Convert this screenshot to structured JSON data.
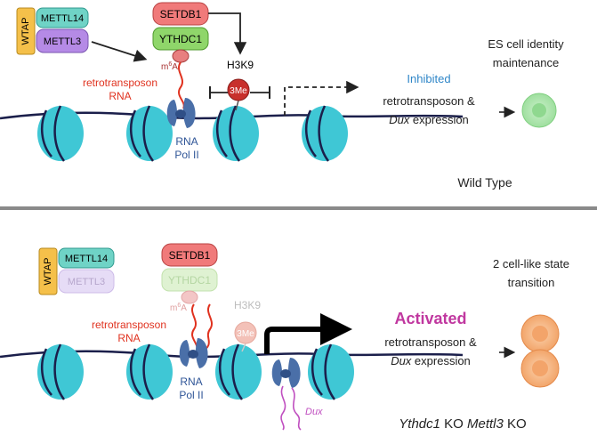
{
  "wild_type": {
    "wtap": "WTAP",
    "mettl14": "METTL14",
    "mettl3": "METTL3",
    "setdb1": "SETDB1",
    "ythdc1": "YTHDC1",
    "m6a_base": "m",
    "m6a_sup": "6",
    "m6a_tail": "A",
    "h3k9": "H3K9",
    "me3": "3Me",
    "retro_line1": "retrotransposon",
    "retro_line2": "RNA",
    "pol_line1": "RNA",
    "pol_line2": "Pol II",
    "inhibited": "Inhibited",
    "expr_line1": "retrotransposon &",
    "expr_dux": "Dux",
    "expr_rest": " expression",
    "outcome_line1": "ES cell identity",
    "outcome_line2": "maintenance",
    "condition": "Wild Type"
  },
  "knockout": {
    "wtap": "WTAP",
    "mettl14": "METTL14",
    "mettl3": "METTL3",
    "setdb1": "SETDB1",
    "ythdc1": "YTHDC1",
    "m6a_base": "m",
    "m6a_sup": "6",
    "m6a_tail": "A",
    "h3k9": "H3K9",
    "me3": "3Me",
    "retro_line1": "retrotransposon",
    "retro_line2": "RNA",
    "pol_line1": "RNA",
    "pol_line2": "Pol II",
    "dux_transcript": "Dux",
    "activated": "Activated",
    "expr_line1": "retrotransposon &",
    "expr_dux": "Dux",
    "expr_rest": " expression",
    "outcome_line1": "2 cell-like state",
    "outcome_line2": "transition",
    "ko1_gene": "Ythdc1",
    "ko1_suffix": " KO",
    "ko2_gene": "Mettl3",
    "ko2_suffix": " KO"
  },
  "colors": {
    "nucleosome": "#3fc7d5",
    "nucleosome_dark": "#1fa7b8",
    "dna": "#1b1f4b",
    "wtap": "#f5c04a",
    "mettl14": "#6fd3c6",
    "mettl3": "#b58ae6",
    "setdb1": "#f07a7a",
    "ythdc1": "#8fd66a",
    "rna_red": "#e0321f",
    "pol2": "#4a6fa8",
    "me3": "#c8302c",
    "inhibited_text": "#2f86c8",
    "activated_text": "#c0379f",
    "dux_rna": "#c04fc0",
    "es_cell": "#a6e3a6",
    "two_cell": "#f5b07a"
  }
}
